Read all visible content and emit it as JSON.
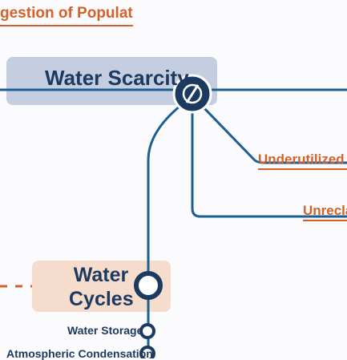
{
  "header_label": "gestion  of Population",
  "hub": {
    "label": "Water Scarcity"
  },
  "branches": [
    {
      "label": "Underutilized C"
    },
    {
      "label": "Unrecla"
    }
  ],
  "cycles": {
    "line1": "Water",
    "line2": "Cycles"
  },
  "sub_nodes": [
    {
      "label": "Water Storage"
    },
    {
      "label": "Atmospheric Condensation"
    }
  ],
  "colors": {
    "line": "#1c5f93",
    "hub": "#1c3a5f",
    "accent": "#d4612a",
    "scarcity_box": "#c5cde0",
    "cycles_box": "#f6dccc"
  }
}
